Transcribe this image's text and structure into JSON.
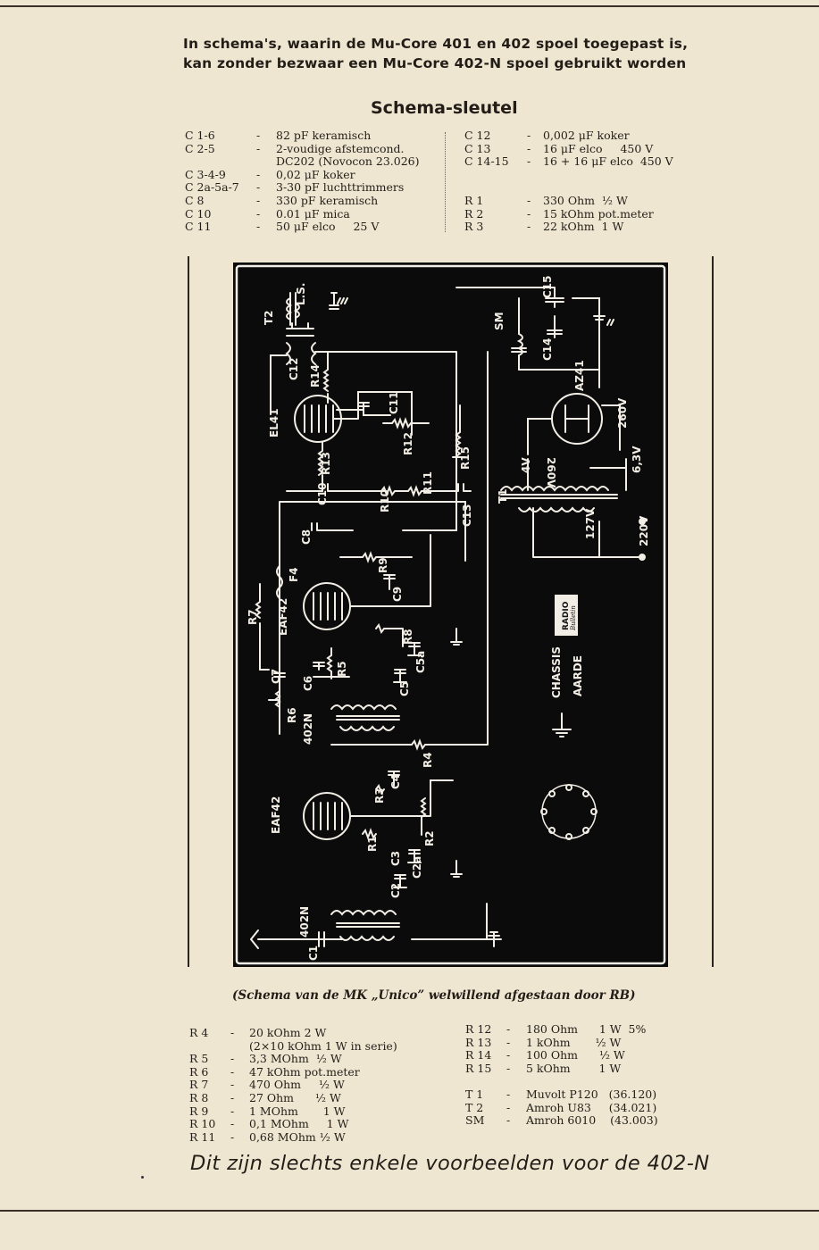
{
  "heading": {
    "line1": "In schema's, waarin de Mu-Core 401 en 402 spoel toegepast is,",
    "line2": "kan zonder bezwaar een Mu-Core 402-N spoel gebruikt worden"
  },
  "key_title": "Schema-sleutel",
  "key_left": [
    {
      "label": "C 1-6",
      "dash": "-",
      "value": "82 pF keramisch"
    },
    {
      "label": "C 2-5",
      "dash": "-",
      "value": "2-voudige afstemcond."
    },
    {
      "label": "",
      "dash": "",
      "value": "DC202 (Novocon 23.026)"
    },
    {
      "label": "C 3-4-9",
      "dash": "-",
      "value": "0,02 μF koker"
    },
    {
      "label": "C 2a-5a-7",
      "dash": "-",
      "value": "3-30 pF luchttrimmers"
    },
    {
      "label": "C 8",
      "dash": "-",
      "value": "330 pF keramisch"
    },
    {
      "label": "C 10",
      "dash": "-",
      "value": "0.01 μF mica"
    },
    {
      "label": "C 11",
      "dash": "-",
      "value": "50 μF elco     25 V"
    }
  ],
  "key_right": [
    {
      "label": "C 12",
      "dash": "-",
      "value": "0,002 μF koker"
    },
    {
      "label": "C 13",
      "dash": "-",
      "value": "16 μF elco     450 V"
    },
    {
      "label": "C 14-15",
      "dash": "-",
      "value": "16 + 16 μF elco  450 V"
    },
    {
      "label": "",
      "dash": "",
      "value": ""
    },
    {
      "label": "",
      "dash": "",
      "value": ""
    },
    {
      "label": "R 1",
      "dash": "-",
      "value": "330 Ohm  ½ W"
    },
    {
      "label": "R 2",
      "dash": "-",
      "value": "15 kOhm pot.meter"
    },
    {
      "label": "R 3",
      "dash": "-",
      "value": "22 kOhm  1 W"
    }
  ],
  "schematic_labels": {
    "ls": "L.S.",
    "t2": "T2",
    "c12": "C12",
    "r14": "R14",
    "el41": "EL41",
    "c11": "C11",
    "r12": "R12",
    "r13": "R13",
    "r15": "R15",
    "c10": "C10",
    "r10": "R10",
    "r11": "R11",
    "c13": "C13",
    "c8": "C8",
    "r9": "R9",
    "f4": "F4",
    "r7": "R7",
    "eaf42a": "EAF42",
    "c9": "C9",
    "r8": "R8",
    "r5": "R5",
    "c5a": "C5a",
    "c6": "C6",
    "c5": "C5",
    "c7": "C7",
    "r6": "R6",
    "n402a": "402N",
    "r4": "R4",
    "c4": "C4",
    "r3": "R3",
    "eaf42b": "EAF42",
    "r1": "R1",
    "r2": "R2",
    "c3": "C3",
    "c2a": "C2a",
    "c2": "C2",
    "c1": "C1",
    "n402b": "402N",
    "c15": "C15",
    "sm": "SM",
    "c14": "C14",
    "az41": "AZ41",
    "v260a": "260V",
    "v260b": "260V",
    "v4": "4V",
    "v63": "6,3V",
    "t1": "T1",
    "v127": "127V",
    "v220": "220V",
    "stamp1": "RADIO",
    "stamp2": "Bulletin",
    "chassis": "CHASSIS",
    "aarde": "AARDE"
  },
  "caption": "(Schema van de MK „Unico” welwillend afgestaan door RB)",
  "parts_left": [
    {
      "label": "R 4",
      "dash": "-",
      "value": "20 kOhm 2 W"
    },
    {
      "label": "",
      "dash": "",
      "value": "(2×10 kOhm 1 W in serie)"
    },
    {
      "label": "R 5",
      "dash": "-",
      "value": "3,3 MOhm  ½ W"
    },
    {
      "label": "R 6",
      "dash": "-",
      "value": "47 kOhm pot.meter"
    },
    {
      "label": "R 7",
      "dash": "-",
      "value": "470 Ohm     ½ W"
    },
    {
      "label": "R 8",
      "dash": "-",
      "value": "27 Ohm      ½ W"
    },
    {
      "label": "R 9",
      "dash": "-",
      "value": "1 MOhm       1 W"
    },
    {
      "label": "R 10",
      "dash": "-",
      "value": "0,1 MOhm     1 W"
    },
    {
      "label": "R 11",
      "dash": "-",
      "value": "0,68 MOhm ½ W"
    }
  ],
  "parts_right": [
    {
      "label": "R 12",
      "dash": "-",
      "value": "180 Ohm      1 W  5%"
    },
    {
      "label": "R 13",
      "dash": "-",
      "value": "1 kOhm       ½ W"
    },
    {
      "label": "R 14",
      "dash": "-",
      "value": "100 Ohm      ½ W"
    },
    {
      "label": "R 15",
      "dash": "-",
      "value": "5 kOhm        1 W"
    },
    {
      "label": "",
      "dash": "",
      "value": ""
    },
    {
      "label": "T 1",
      "dash": "-",
      "value": "Muvolt P120   (36.120)"
    },
    {
      "label": "T 2",
      "dash": "-",
      "value": "Amroh U83     (34.021)"
    },
    {
      "label": "SM",
      "dash": "-",
      "value": "Amroh 6010    (43.003)"
    }
  ],
  "footer": "Dit zijn slechts enkele voorbeelden voor de 402-N"
}
